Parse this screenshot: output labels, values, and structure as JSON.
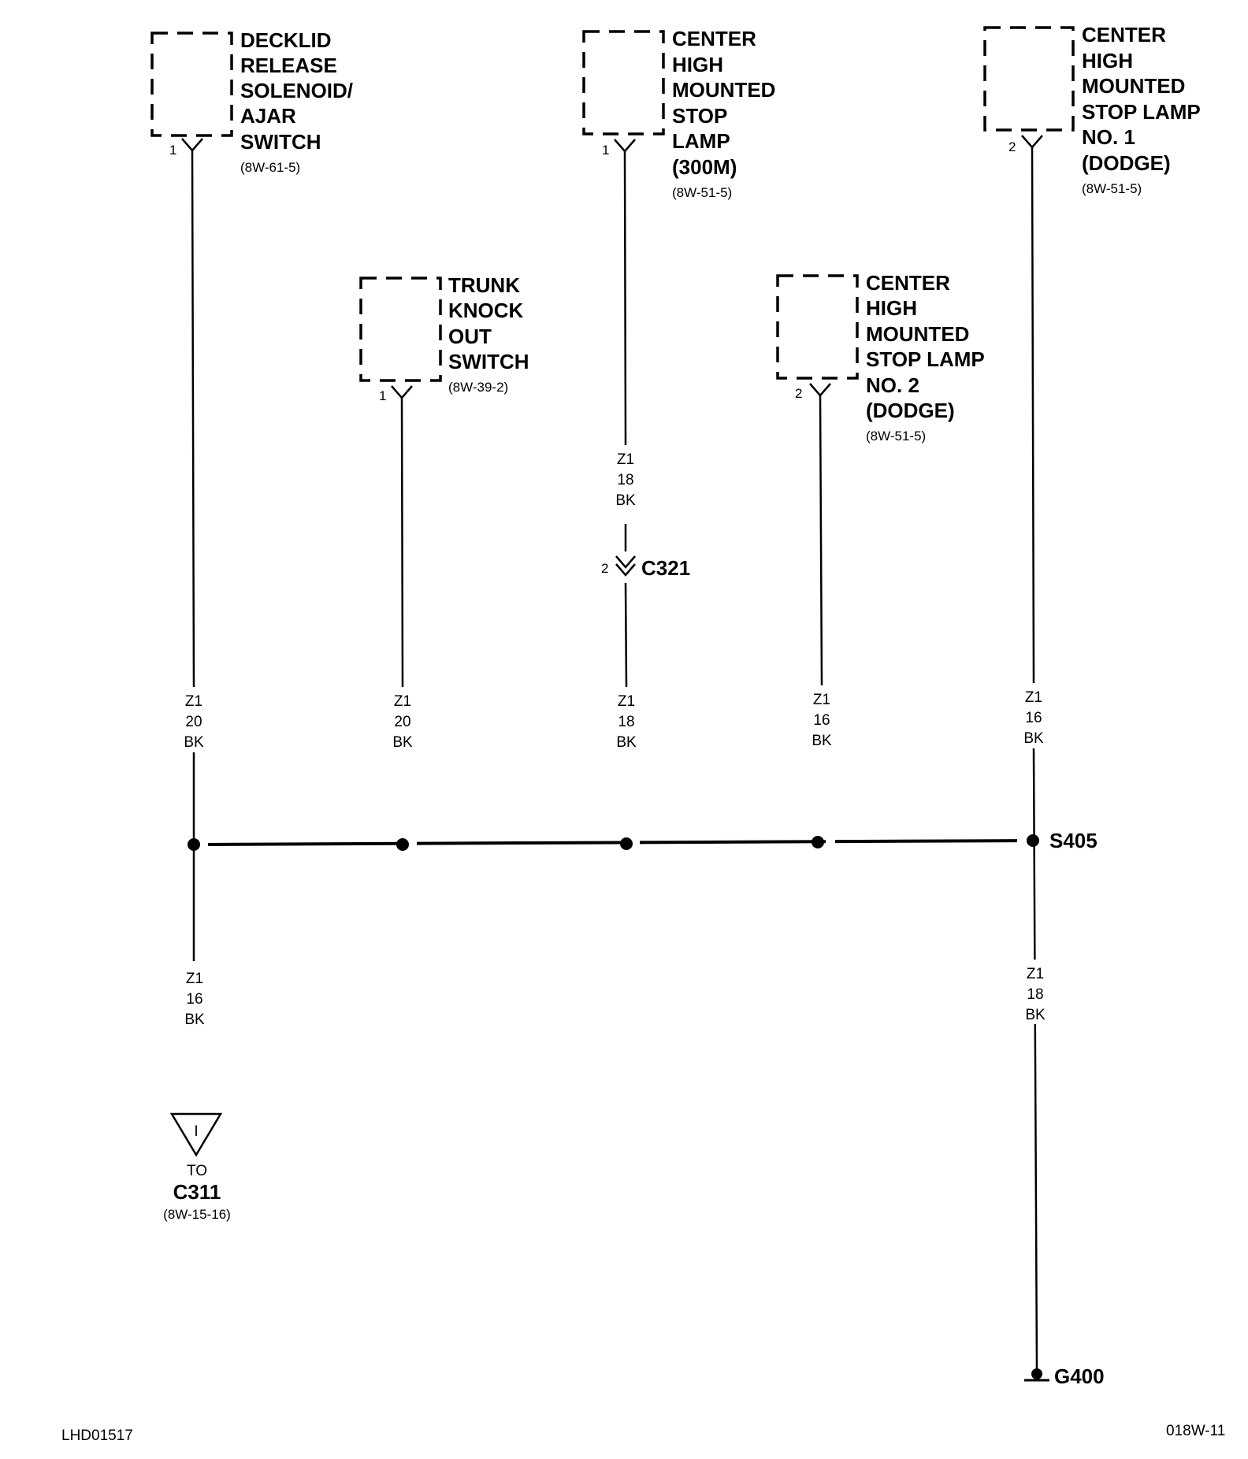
{
  "components": [
    {
      "lines": [
        "DECKLID",
        "RELEASE",
        "SOLENOID/",
        "AJAR",
        "SWITCH"
      ],
      "ref": "(8W-61-5)",
      "pin": "1"
    },
    {
      "lines": [
        "TRUNK",
        "KNOCK",
        "OUT",
        "SWITCH"
      ],
      "ref": "(8W-39-2)",
      "pin": "1"
    },
    {
      "lines": [
        "CENTER",
        "HIGH",
        "MOUNTED",
        "STOP",
        "LAMP",
        "(300M)"
      ],
      "ref": "(8W-51-5)",
      "pin": "1"
    },
    {
      "lines": [
        "CENTER",
        "HIGH",
        "MOUNTED",
        "STOP LAMP",
        "NO. 2",
        "(DODGE)"
      ],
      "ref": "(8W-51-5)",
      "pin": "2"
    },
    {
      "lines": [
        "CENTER",
        "HIGH",
        "MOUNTED",
        "STOP LAMP",
        "NO. 1",
        "(DODGE)"
      ],
      "ref": "(8W-51-5)",
      "pin": "2"
    }
  ],
  "wires": [
    {
      "circuit": "Z1",
      "gauge": "20",
      "color": "BK"
    },
    {
      "circuit": "Z1",
      "gauge": "20",
      "color": "BK"
    },
    {
      "circuit": "Z1",
      "gauge": "18",
      "color": "BK"
    },
    {
      "circuit": "Z1",
      "gauge": "18",
      "color": "BK"
    },
    {
      "circuit": "Z1",
      "gauge": "16",
      "color": "BK"
    },
    {
      "circuit": "Z1",
      "gauge": "16",
      "color": "BK"
    },
    {
      "circuit": "Z1",
      "gauge": "16",
      "color": "BK"
    },
    {
      "circuit": "Z1",
      "gauge": "18",
      "color": "BK"
    }
  ],
  "connector_c321": {
    "pin": "2",
    "name": "C321"
  },
  "splice": {
    "name": "S405"
  },
  "ground": {
    "name": "G400"
  },
  "to_connector": {
    "glyph": "I",
    "to": "TO",
    "name": "C311",
    "ref": "(8W-15-16)"
  },
  "footer": {
    "left": "LHD01517",
    "right": "018W-11"
  }
}
